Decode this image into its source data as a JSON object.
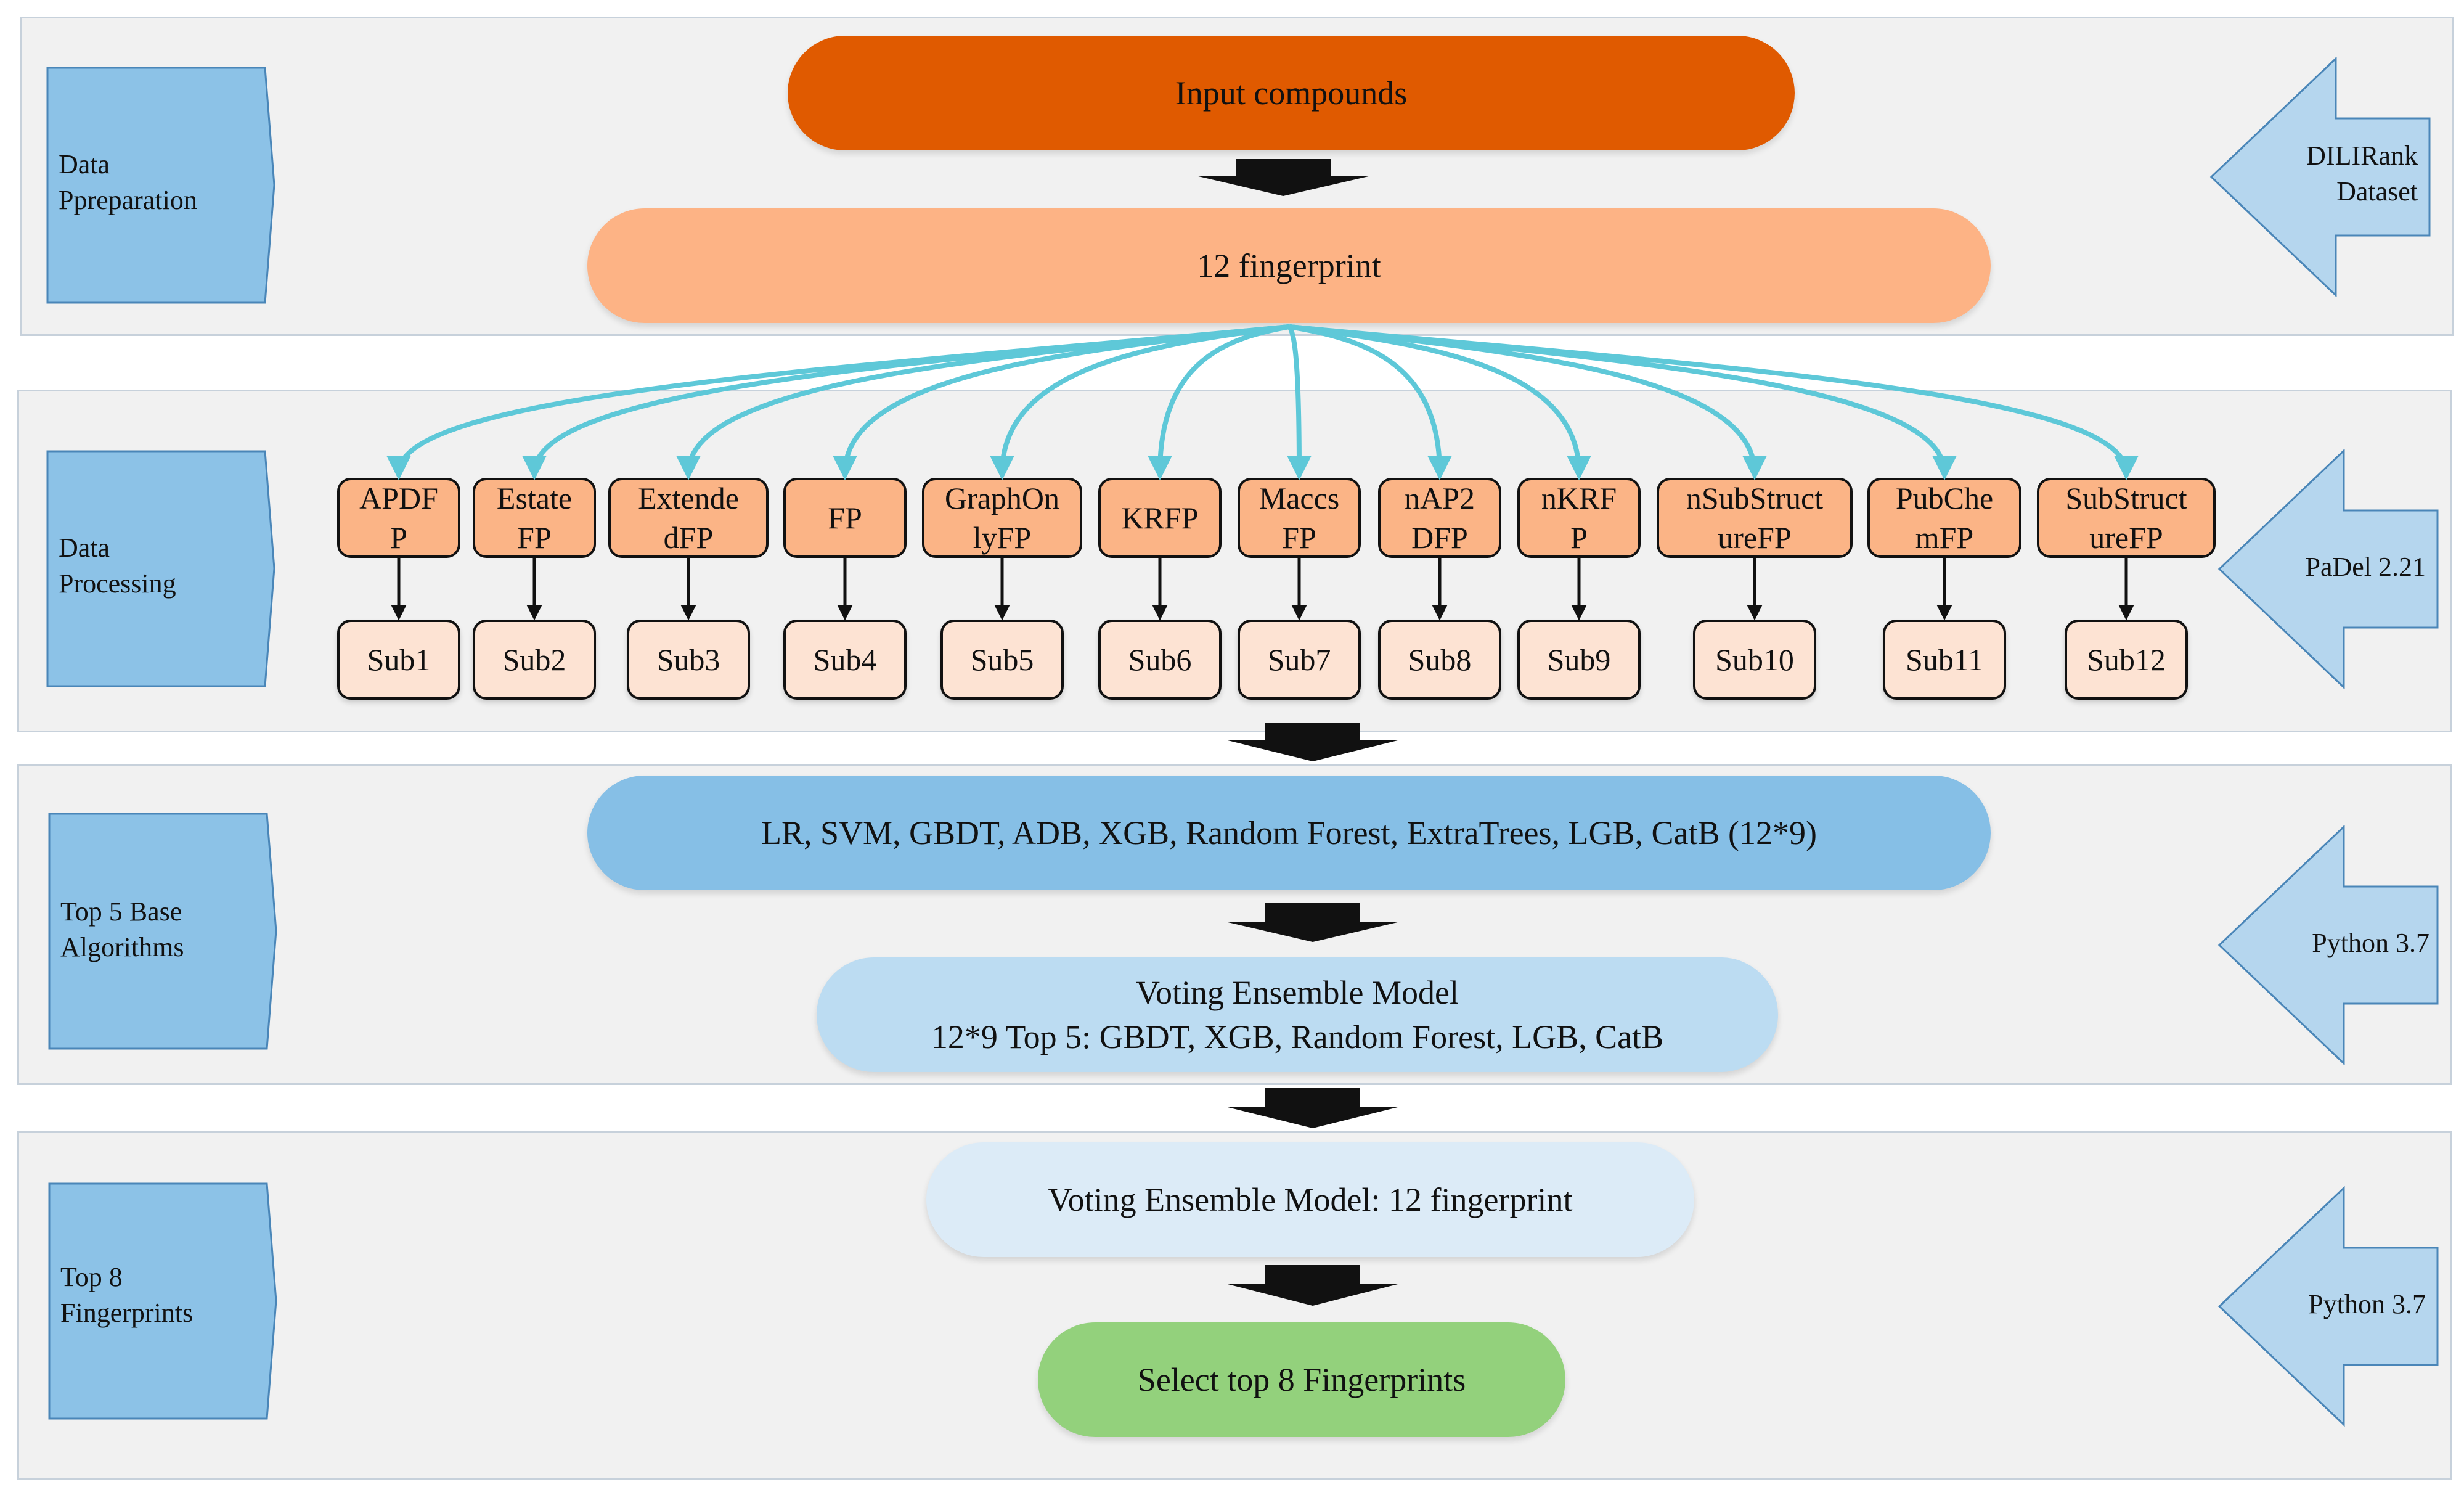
{
  "sections": [
    {
      "label_lines": [
        "Data",
        "Ppreparation"
      ],
      "tool_lines": [
        "DILIRank",
        "Dataset"
      ]
    },
    {
      "label_lines": [
        "Data",
        "Processing"
      ],
      "tool_lines": [
        "PaDel 2.21"
      ]
    },
    {
      "label_lines": [
        "Top 5 Base",
        "Algorithms"
      ],
      "tool_lines": [
        "Python 3.7"
      ]
    },
    {
      "label_lines": [
        "Top 8",
        "Fingerprints"
      ],
      "tool_lines": [
        "Python 3.7"
      ]
    }
  ],
  "steps": {
    "input": "Input compounds",
    "fingerprint": "12 fingerprint",
    "algorithms": "LR, SVM, GBDT, ADB, XGB, Random Forest, ExtraTrees, LGB, CatB (12*9)",
    "voting_line1": "Voting Ensemble Model",
    "voting_line2": "12*9 Top 5:   GBDT, XGB, Random Forest, LGB, CatB",
    "voting12": "Voting Ensemble Model:   12 fingerprint",
    "select": "Select top 8 Fingerprints"
  },
  "fingerprints": [
    {
      "lines": [
        "APDF",
        "P"
      ],
      "sub": "Sub1"
    },
    {
      "lines": [
        "Estate",
        "FP"
      ],
      "sub": "Sub2"
    },
    {
      "lines": [
        "Extende",
        "dFP"
      ],
      "sub": "Sub3"
    },
    {
      "lines": [
        "FP"
      ],
      "sub": "Sub4"
    },
    {
      "lines": [
        "GraphOn",
        "lyFP"
      ],
      "sub": "Sub5"
    },
    {
      "lines": [
        "KRFP"
      ],
      "sub": "Sub6"
    },
    {
      "lines": [
        "Maccs",
        "FP"
      ],
      "sub": "Sub7"
    },
    {
      "lines": [
        "nAP2",
        "DFP"
      ],
      "sub": "Sub8"
    },
    {
      "lines": [
        "nKRF",
        "P"
      ],
      "sub": "Sub9"
    },
    {
      "lines": [
        "nSubStruct",
        "ureFP"
      ],
      "sub": "Sub10"
    },
    {
      "lines": [
        "PubChe",
        "mFP"
      ],
      "sub": "Sub11"
    },
    {
      "lines": [
        "SubStruct",
        "ureFP"
      ],
      "sub": "Sub12"
    }
  ],
  "colors": {
    "input": "#e05a00",
    "fingerprint": "#fdb385",
    "algorithms": "#86bfe6",
    "voting": "#bcdcf2",
    "voting12": "#dcebf7",
    "select": "#93d17c",
    "tag": "#8cc2e7",
    "connector": "#5ec8d8"
  }
}
